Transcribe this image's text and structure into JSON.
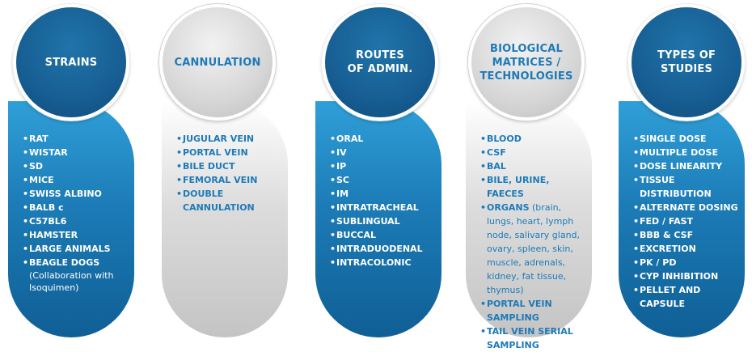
{
  "columns": [
    {
      "id": "strains",
      "title": "STRAINS",
      "theme": "blue",
      "items": [
        {
          "text": "RAT"
        },
        {
          "text": "WISTAR"
        },
        {
          "text": "SD"
        },
        {
          "text": "MICE"
        },
        {
          "text": "SWISS ALBINO"
        },
        {
          "text": "BALB c"
        },
        {
          "text": "C57BL6"
        },
        {
          "text": "HAMSTER"
        },
        {
          "text": "LARGE ANIMALS"
        },
        {
          "text": "BEAGLE DOGS",
          "note": "(Collaboration with Isoquimen)"
        }
      ]
    },
    {
      "id": "cannulation",
      "title": "CANNULATION",
      "theme": "grey",
      "items": [
        {
          "text": "JUGULAR VEIN"
        },
        {
          "text": "PORTAL VEIN"
        },
        {
          "text": "BILE DUCT"
        },
        {
          "text": "FEMORAL VEIN"
        },
        {
          "text": "DOUBLE CANNULATION"
        }
      ]
    },
    {
      "id": "routes",
      "title": "ROUTES\nOF ADMIN.",
      "theme": "blue",
      "items": [
        {
          "text": "ORAL"
        },
        {
          "text": "IV"
        },
        {
          "text": "IP"
        },
        {
          "text": "SC"
        },
        {
          "text": "IM"
        },
        {
          "text": "INTRATRACHEAL"
        },
        {
          "text": "SUBLINGUAL"
        },
        {
          "text": "BUCCAL"
        },
        {
          "text": "INTRADUODENAL"
        },
        {
          "text": "INTRACOLONIC"
        }
      ]
    },
    {
      "id": "matrices",
      "title": "BIOLOGICAL\nMATRICES /\nTECHNOLOGIES",
      "theme": "grey",
      "items": [
        {
          "text": "BLOOD"
        },
        {
          "text": "CSF"
        },
        {
          "text": "BAL"
        },
        {
          "text": "BILE, URINE, FAECES"
        },
        {
          "text": "ORGANS",
          "extra": " (brain, lungs, heart, lymph node, salivary gland, ovary, spleen, skin, muscle, adrenals, kidney, fat tissue, thymus)"
        },
        {
          "text": "PORTAL VEIN SAMPLING"
        },
        {
          "text": "TAIL VEIN SERIAL SAMPLING"
        }
      ]
    },
    {
      "id": "studies",
      "title": "TYPES OF\nSTUDIES",
      "theme": "blue",
      "items": [
        {
          "text": "SINGLE DOSE"
        },
        {
          "text": "MULTIPLE DOSE"
        },
        {
          "text": "DOSE LINEARITY"
        },
        {
          "text": "TISSUE DISTRIBUTION"
        },
        {
          "text": "ALTERNATE DOSING"
        },
        {
          "text": "FED / FAST"
        },
        {
          "text": "BBB & CSF"
        },
        {
          "text": "EXCRETION"
        },
        {
          "text": "PK / PD"
        },
        {
          "text": "CYP INHIBITION"
        },
        {
          "text": "PELLET AND CAPSULE"
        }
      ]
    }
  ],
  "colors": {
    "blue_dark": "#175e93",
    "blue_light": "#2f9fd8",
    "grey_light": "#ffffff",
    "grey_dark": "#c4c4c4",
    "grey_text": "#1e7ab8"
  }
}
